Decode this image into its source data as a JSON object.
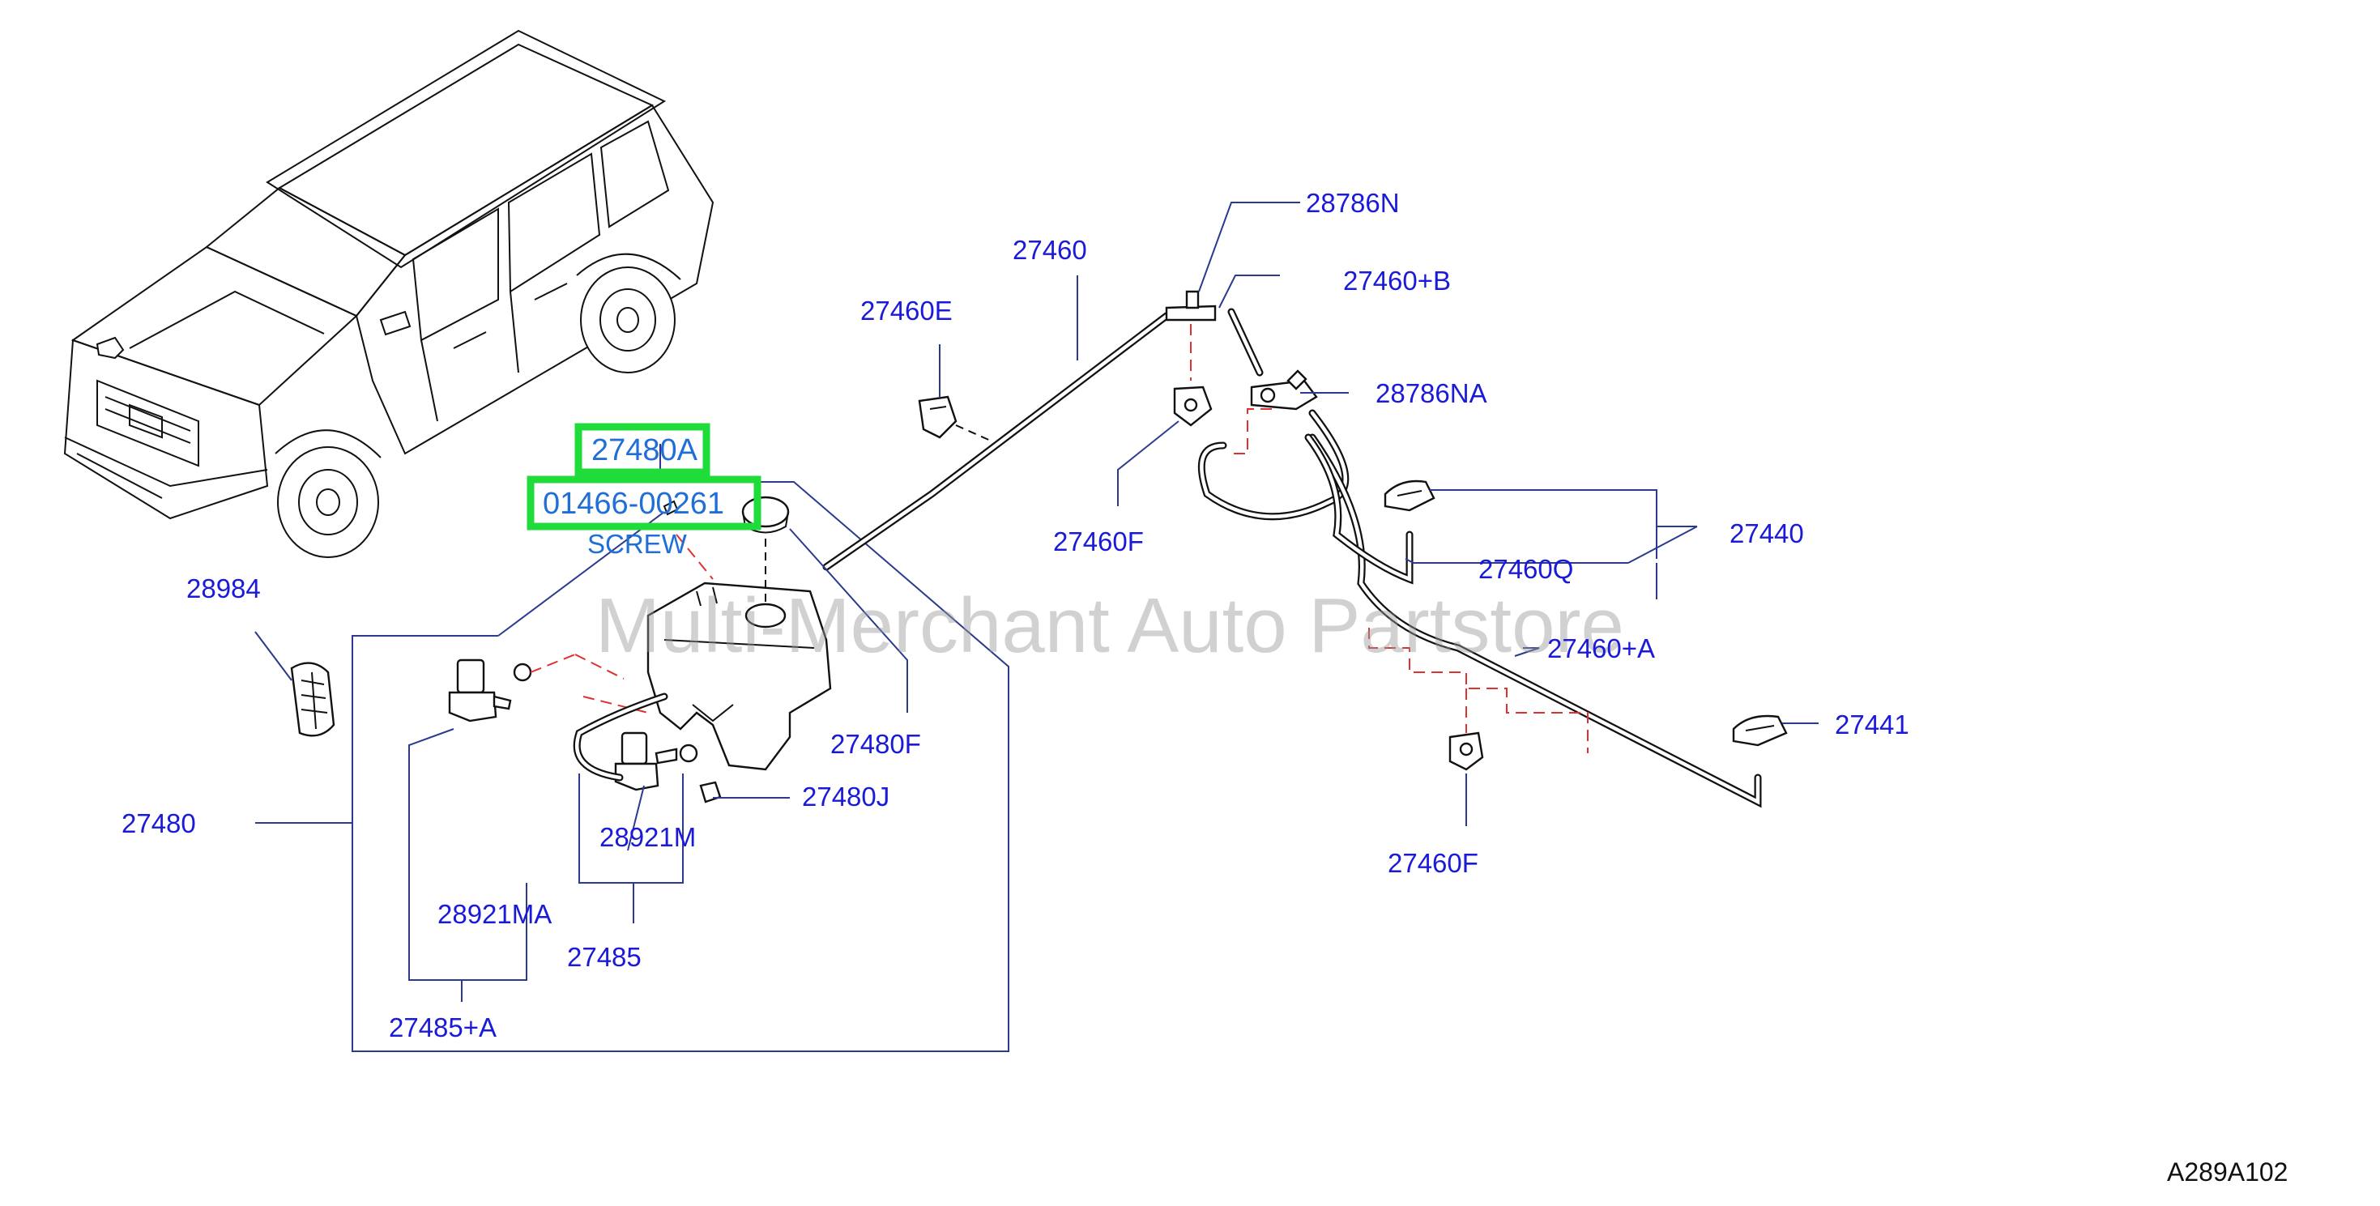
{
  "watermark": "Multi-Merchant Auto Partstore",
  "diagram_code": "A289A102",
  "highlighted_parts": {
    "part_27480a": "27480A",
    "part_01466": "01466-00261",
    "screw_label": "SCREW"
  },
  "part_labels": {
    "p28786n": "28786N",
    "p27460": "27460",
    "p27460b": "27460+B",
    "p27460e": "27460E",
    "p28786na": "28786NA",
    "p27460f_top": "27460F",
    "p27440": "27440",
    "p27460q": "27460Q",
    "p28984": "28984",
    "p27460a": "27460+A",
    "p27480f": "27480F",
    "p27441": "27441",
    "p27480j": "27480J",
    "p27480": "27480",
    "p28921m": "28921M",
    "p27460f_bottom": "27460F",
    "p28921ma": "28921MA",
    "p27485": "27485",
    "p27485a": "27485+A"
  },
  "colors": {
    "label_blue": "#1a1ad8",
    "link_blue": "#1f6fd6",
    "highlight_green": "#1fdc3a",
    "leader_line": "#2b3a8f",
    "dashed_red": "#e03030"
  }
}
